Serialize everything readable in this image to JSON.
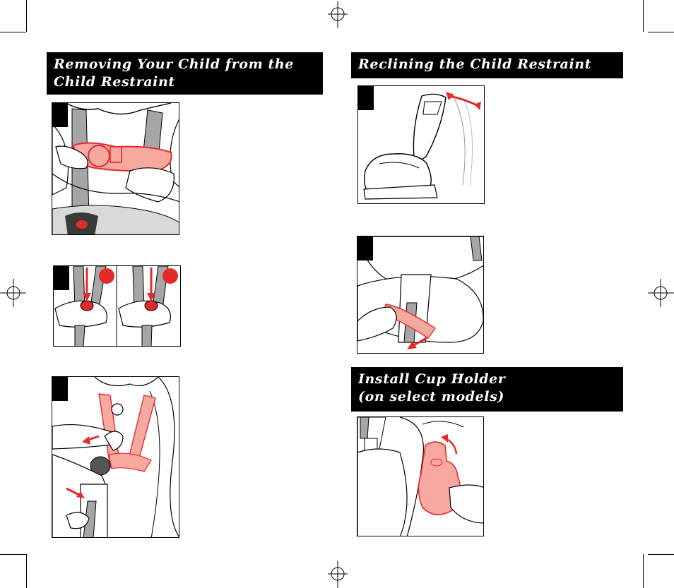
{
  "left_column": {
    "section_title_line1": "Removing Your Child from the",
    "section_title_line2": "Child Restraint"
  },
  "right_column": {
    "recline_title": "Reclining the Child Restraint",
    "cup_title_line1": "Install Cup Holder",
    "cup_title_line2": "(on select models)"
  },
  "colors": {
    "accent_red": "#e52a2a",
    "accent_pink": "#f7a9a0",
    "strap_gray": "#a6a6a6",
    "banner_bg": "#000000"
  },
  "icons": {
    "registration_mark": "crosshair-registration-icon",
    "direction_arrow": "red-arrow-icon"
  }
}
